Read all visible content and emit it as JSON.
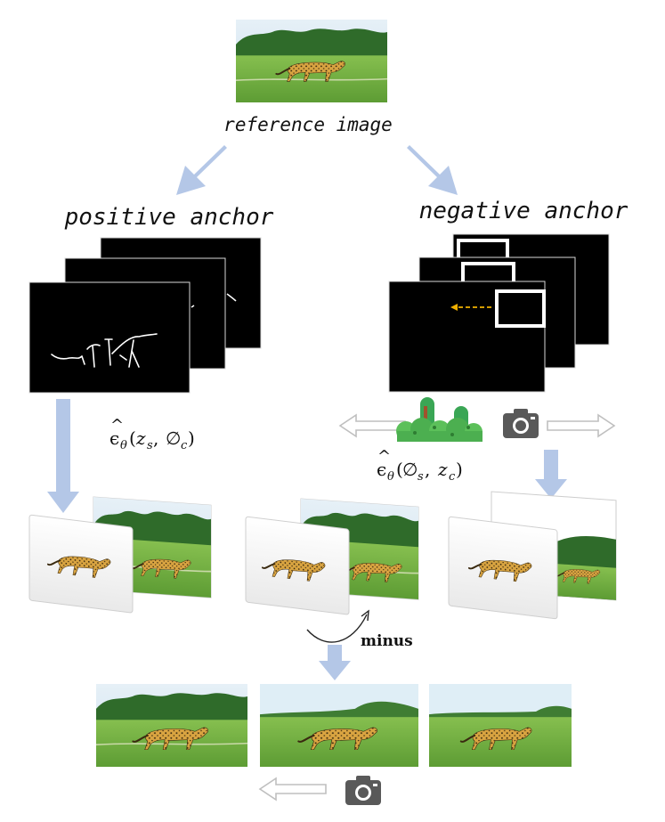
{
  "labels": {
    "reference": "reference image",
    "positive": "positive anchor",
    "negative": "negative anchor",
    "minus": "minus"
  },
  "formulas": {
    "left": {
      "eps": "ϵ",
      "hat": "^",
      "sub": "θ",
      "args_open": "(",
      "z": "z",
      "z_sub": "s",
      "comma": ", ",
      "phi": "∅",
      "phi_sub": "c",
      "args_close": ")"
    },
    "right": {
      "eps": "ϵ",
      "hat": "^",
      "sub": "θ",
      "args_open": "(",
      "phi": "∅",
      "phi_sub": "s",
      "comma": ", ",
      "z": "z",
      "z_sub": "c",
      "args_close": ")"
    }
  },
  "colors": {
    "arrow_blue": "#b4c7e7",
    "arrow_gray": "#bfbfbf",
    "mask_black": "#000000",
    "sketch": "#ffffff",
    "dashed_arrow": "#f0b000",
    "grass": "#6fae3c",
    "sky": "#dceaf5",
    "trees": "#2f6b2a",
    "cheetah": "#d9a441",
    "camera": "#595959",
    "bush_green": "#3aa655"
  },
  "icons": [
    "camera-icon",
    "bush-icon",
    "double-arrow-icon",
    "curved-arrow-icon"
  ]
}
